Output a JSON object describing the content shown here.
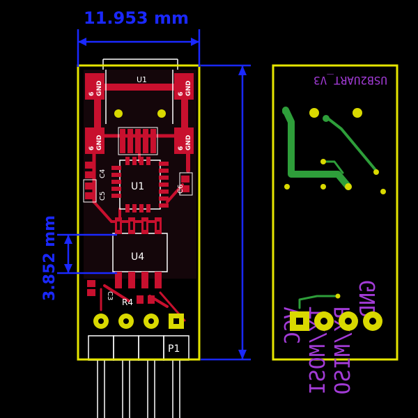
{
  "dimensions": {
    "width": "11.953 mm",
    "spacing": "3.852 mm"
  },
  "front": {
    "component_labels": {
      "u1_top": "U1",
      "u1": "U1",
      "u4": "U4",
      "c4": "C4",
      "c5": "C5",
      "c6": "C6",
      "c3": "C3",
      "r4": "R4",
      "p1": "P1"
    },
    "gnd_pad_labels": [
      {
        "num": "6",
        "net": "GND"
      },
      {
        "num": "6",
        "net": "GND"
      },
      {
        "num": "6",
        "net": "GND"
      },
      {
        "num": "6",
        "net": "GND"
      }
    ]
  },
  "back": {
    "board_name": "USB2UART_V3",
    "pin_labels": [
      "GND",
      "RX/MISO",
      "TX/MOSI",
      "VCC"
    ]
  },
  "colors": {
    "background": "#000000",
    "board_outline": "#e6e600",
    "copper_top": "#c8102e",
    "copper_bottom": "#2e9e3a",
    "dimension": "#1a28ff",
    "pad": "#d9d900",
    "silkscreen": "#ffffff",
    "bottom_silk": "#a23bd6"
  }
}
